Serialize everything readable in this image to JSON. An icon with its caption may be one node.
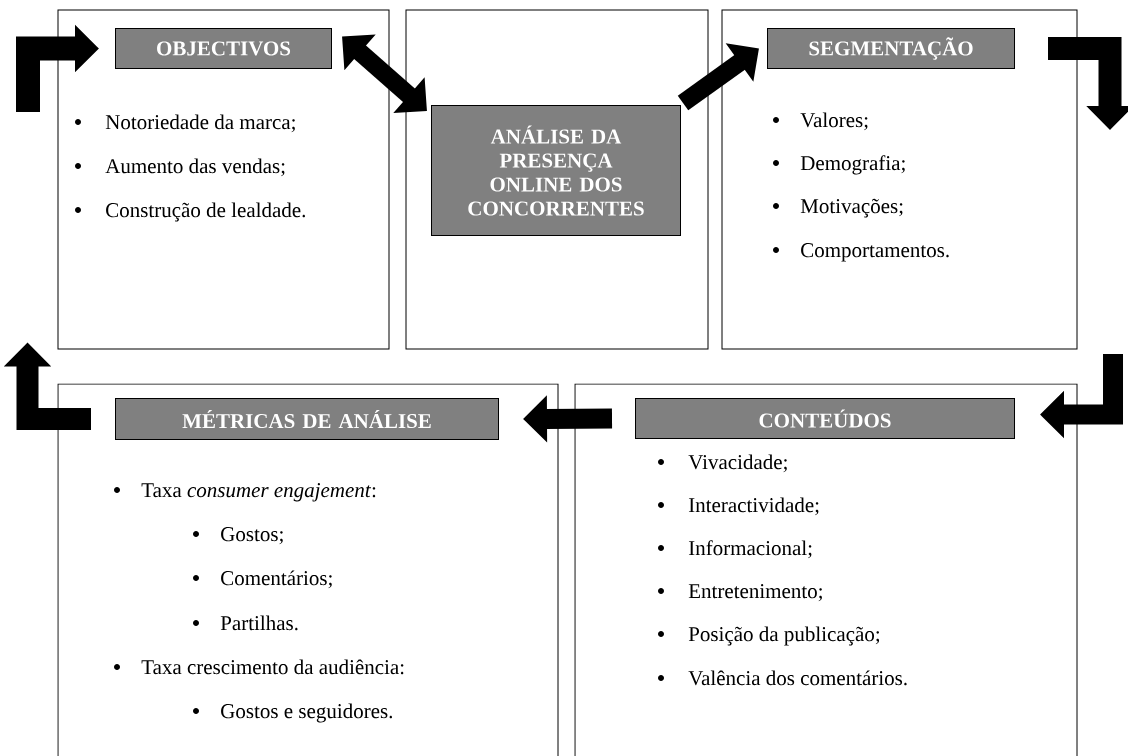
{
  "diagram": {
    "nodes": [
      {
        "text": [
          "Notoriedade da marca;",
          "Aumento das vendas;",
          "Construção de lealdade."
        ]
      },
      {
        "text": [
          "OBJECTIVOS"
        ],
        "in": 0
      },
      {
        "text": [],
        "shape": "box"
      },
      {
        "text": [
          "ANÁLISE DA PRESENÇA ONLINE DOS CONCORRENTES"
        ],
        "in": 2
      },
      {
        "text": [
          "Valores;",
          "Demografia;",
          "Motivações;",
          "Comportamentos."
        ]
      },
      {
        "text": [
          "SEGMENTAÇÃO"
        ],
        "in": 4
      },
      {
        "text": [
          "Taxa *consumer engajement*:",
          "Gostos;",
          "Comentários;",
          "Partilhas.",
          "Taxa crescimento da audiência:",
          "Gostos e seguidores."
        ]
      },
      {
        "text": [
          "MÉTRICAS DE ANÁLISE"
        ],
        "in": 6
      },
      {
        "text": [
          "Vivacidade;",
          "Interactividade;",
          "Informacional;",
          "Entretenimento;",
          "Posição da publicação;",
          "Valência dos comentários."
        ]
      },
      {
        "text": [
          "CONTEÚDOS"
        ],
        "in": 8
      }
    ],
    "edges": [
      {
        "from": 1,
        "to": 3,
        "arrow": "both"
      },
      {
        "from": 3,
        "to": 5,
        "arrow": "to"
      },
      {
        "from": 5,
        "to": null,
        "arrow": "to"
      },
      {
        "from": null,
        "to": 9,
        "arrow": "to"
      },
      {
        "from": 9,
        "to": 7,
        "arrow": "to"
      },
      {
        "from": 7,
        "to": 0,
        "arrow": "to"
      },
      {
        "from": null,
        "to": 1,
        "arrow": "to"
      }
    ]
  }
}
